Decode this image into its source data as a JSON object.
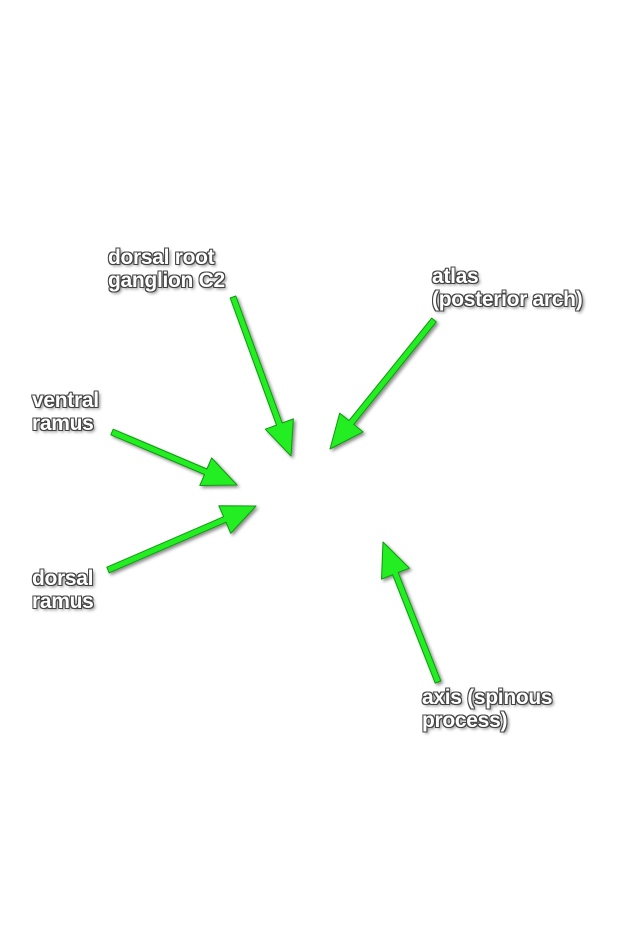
{
  "colors": {
    "arrow_fill": "#22ee22",
    "arrow_stroke": "#119911",
    "label_text": "#ffffff",
    "label_outline": "#444444"
  },
  "labels": {
    "dorsal_root_ganglion": {
      "line1": "dorsal root",
      "line2": "ganglion C2"
    },
    "atlas": {
      "line1": "atlas",
      "line2": "(posterior arch)"
    },
    "ventral_ramus": {
      "line1": "ventral",
      "line2": "ramus"
    },
    "dorsal_ramus": {
      "line1": "dorsal",
      "line2": "ramus"
    },
    "axis": {
      "line1": "axis (spinous",
      "line2": "process)"
    }
  }
}
